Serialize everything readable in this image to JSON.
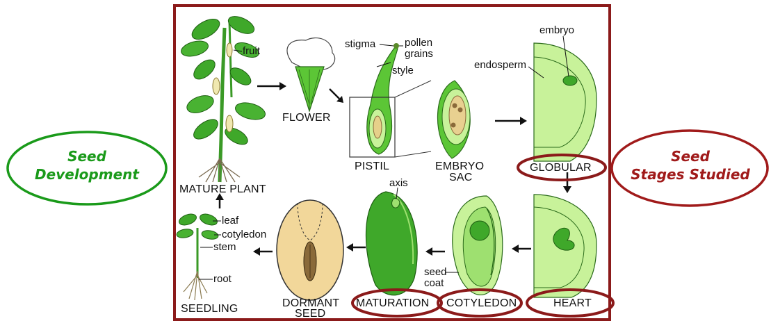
{
  "left_oval": {
    "line1": "Seed",
    "line2": "Development",
    "color": "#1a9a1a"
  },
  "right_oval": {
    "line1": "Seed",
    "line2": "Stages Studied",
    "color": "#a01a1a"
  },
  "frame_color": "#8b1a1a",
  "labels": {
    "fruit": "fruit",
    "mature_plant": "MATURE PLANT",
    "flower": "FLOWER",
    "stigma": "stigma",
    "pollen_grains_1": "pollen",
    "pollen_grains_2": "grains",
    "style": "style",
    "pistil": "PISTIL",
    "embryo_sac_1": "EMBRYO",
    "embryo_sac_2": "SAC",
    "embryo": "embryo",
    "endosperm": "endosperm",
    "globular": "GLOBULAR",
    "heart": "HEART",
    "cotyledon_stage": "COTYLEDON",
    "maturation": "MATURATION",
    "dormant_seed_1": "DORMANT",
    "dormant_seed_2": "SEED",
    "seedling": "SEEDLING",
    "axis": "axis",
    "seed_coat_1": "seed",
    "seed_coat_2": "coat",
    "leaf": "leaf",
    "cotyledon": "cotyledon",
    "stem": "stem",
    "root": "root"
  },
  "colors": {
    "plant_green": "#3fa82a",
    "light_green": "#c8f29a",
    "bright_green": "#5cc636",
    "seed_tan": "#f2d79a",
    "seed_brown": "#8a6a3a",
    "ring_red": "#8b1a1a"
  }
}
